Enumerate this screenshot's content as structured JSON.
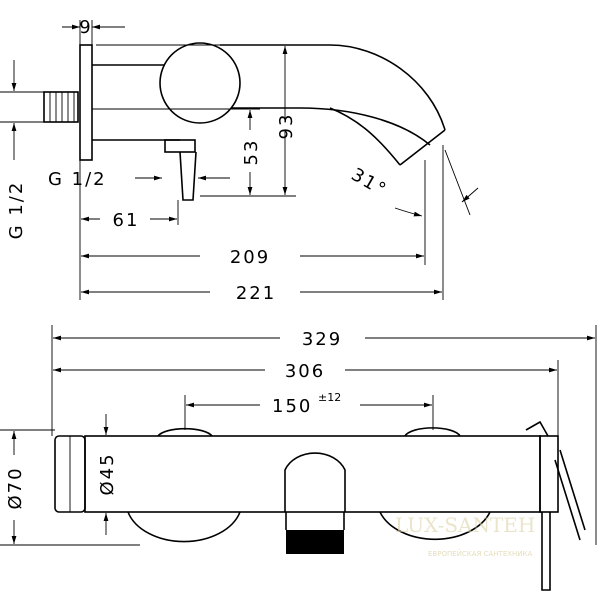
{
  "dimensions": {
    "d9": "9",
    "d93": "93",
    "d53": "53",
    "thread_side": "G 1/2",
    "thread_lever": "G 1/2",
    "d61": "61",
    "d209": "209",
    "d221": "221",
    "angle": "31°",
    "d329": "329",
    "d306": "306",
    "d150": "150",
    "d150_tol": "±12",
    "dia70": "Ø70",
    "dia45": "Ø45"
  },
  "watermark": {
    "brand": "LUX-SANTEH",
    "tagline": "ЕВРОПЕЙСКАЯ САНТЕХНИКА"
  },
  "colors": {
    "line": "#000000",
    "background": "#ffffff",
    "watermark": "#d9cfa0"
  }
}
